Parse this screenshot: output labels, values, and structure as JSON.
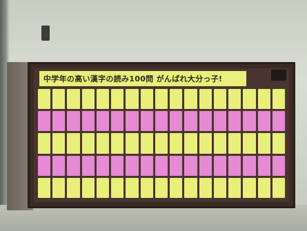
{
  "board": {
    "title": "中学年の高い漢字の読み100問 がんばれ大分っ子!",
    "rows": 5,
    "cols": 17,
    "row_colors": [
      "#e7f07a",
      "#e58ad3",
      "#e7f07a",
      "#e58ad3",
      "#e7f07a"
    ]
  },
  "colors": {
    "frame": "#3b2a26",
    "wall": "#d8dcd2",
    "yellow_card": "#e7f07a",
    "pink_card": "#e58ad3"
  }
}
